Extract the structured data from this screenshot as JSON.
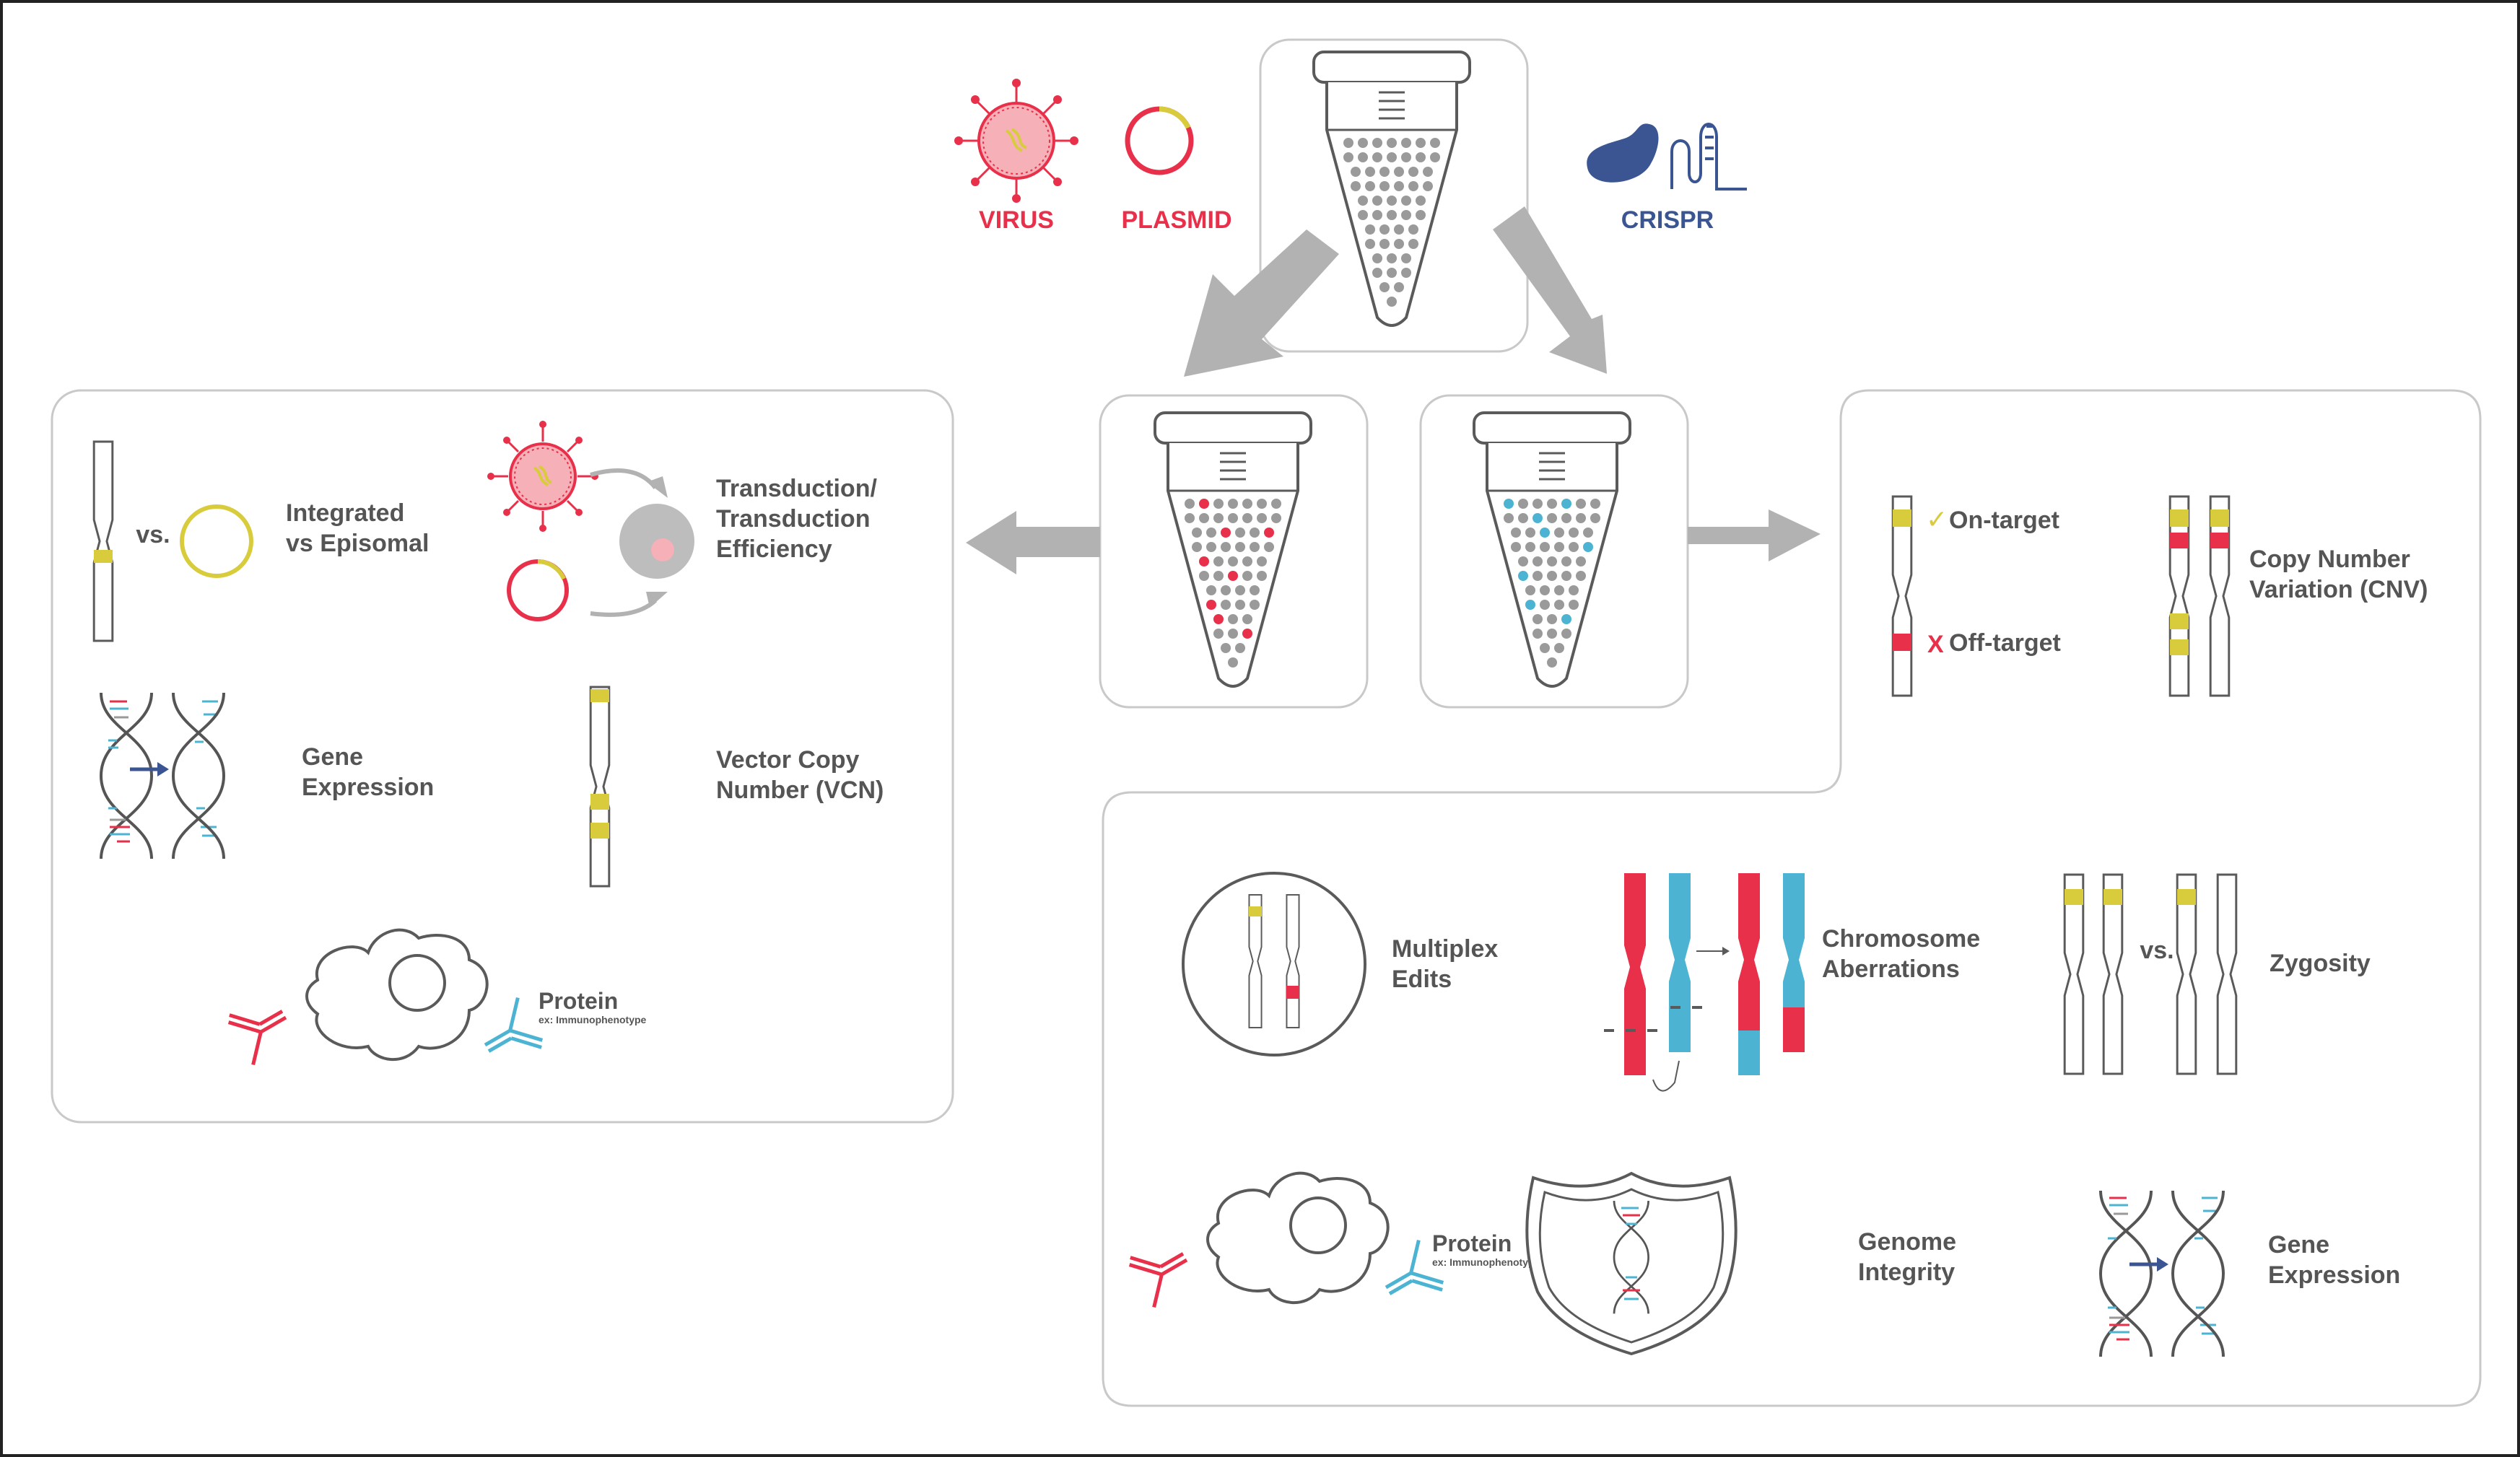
{
  "colors": {
    "red": "#e8304a",
    "yellow": "#d8cc3c",
    "cyan": "#4cb4d2",
    "navy": "#3a5592",
    "gray_dot": "#9a9a9a",
    "outline": "#5a5a5a",
    "panel_border": "#c9c9c9",
    "arrow_gray": "#b2b2b2"
  },
  "top": {
    "virus": "VIRUS",
    "plasmid": "PLASMID",
    "crispr": "CRISPR"
  },
  "left_panel": {
    "vs": "vs.",
    "integrated": [
      "Integrated",
      "vs Episomal"
    ],
    "transduction": [
      "Transduction/",
      "Transduction",
      "Efficiency"
    ],
    "gene_expression": [
      "Gene",
      "Expression"
    ],
    "vcn": [
      "Vector Copy",
      "Number (VCN)"
    ],
    "protein": "Protein",
    "protein_sub": "ex: Immunophenotype"
  },
  "right_panel": {
    "on_target": "On-target",
    "off_target": "Off-target",
    "check": "✓",
    "cross": "X",
    "cnv": [
      "Copy Number",
      "Variation (CNV)"
    ]
  },
  "bottom_panel": {
    "multiplex": [
      "Multiplex",
      "Edits"
    ],
    "chromosome": [
      "Chromosome",
      "Aberrations"
    ],
    "vs": "vs.",
    "zygosity": "Zygosity",
    "protein": "Protein",
    "protein_sub": "ex: Immunophenotype",
    "genome": [
      "Genome",
      "Integrity"
    ],
    "gene_expression": [
      "Gene",
      "Expression"
    ]
  }
}
